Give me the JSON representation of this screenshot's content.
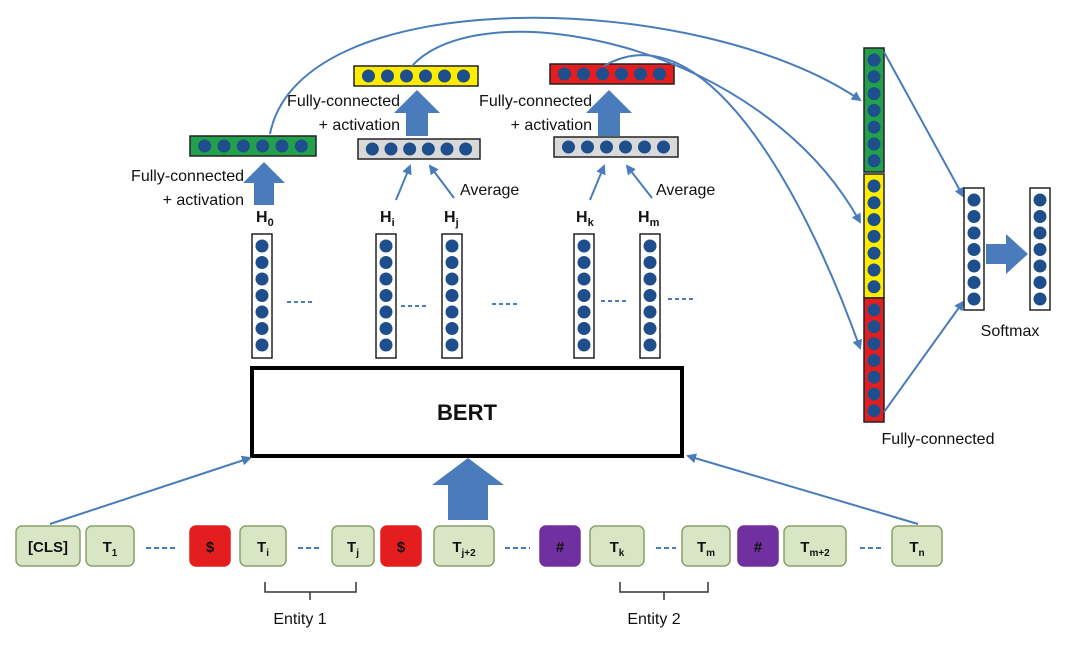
{
  "bert_label": "BERT",
  "colors": {
    "token_fill": "#d9e6c6",
    "token_stroke": "#8aa06a",
    "dollar": "#e41e1e",
    "hash": "#7030a0",
    "dot": "#1f4e8c",
    "arrow": "#4a7cbc",
    "vec_green": "#22a04b",
    "vec_yellow": "#ffed00",
    "vec_red": "#e41e1e",
    "vec_gray": "#d9d9d9",
    "dash": "#4a7cbc"
  },
  "tokens": [
    {
      "main": "[CLS]",
      "sub": "",
      "kind": "plain"
    },
    {
      "main": "T",
      "sub": "1",
      "kind": "plain"
    },
    {
      "main": "$",
      "sub": "",
      "kind": "dollar"
    },
    {
      "main": "T",
      "sub": "i",
      "kind": "plain"
    },
    {
      "main": "T",
      "sub": "j",
      "kind": "plain"
    },
    {
      "main": "$",
      "sub": "",
      "kind": "dollar"
    },
    {
      "main": "T",
      "sub": "j+2",
      "kind": "plain"
    },
    {
      "main": "#",
      "sub": "",
      "kind": "hash"
    },
    {
      "main": "T",
      "sub": "k",
      "kind": "plain"
    },
    {
      "main": "T",
      "sub": "m",
      "kind": "plain"
    },
    {
      "main": "#",
      "sub": "",
      "kind": "hash"
    },
    {
      "main": "T",
      "sub": "m+2",
      "kind": "plain"
    },
    {
      "main": "T",
      "sub": "n",
      "kind": "plain"
    }
  ],
  "entities": [
    {
      "label": "Entity 1"
    },
    {
      "label": "Entity 2"
    }
  ],
  "hidden": [
    {
      "main": "H",
      "sub": "0"
    },
    {
      "main": "H",
      "sub": "i"
    },
    {
      "main": "H",
      "sub": "j"
    },
    {
      "main": "H",
      "sub": "k"
    },
    {
      "main": "H",
      "sub": "m"
    }
  ],
  "labels": {
    "fc_activation_line1": "Fully-connected",
    "fc_activation_line2": "+ activation",
    "average": "Average",
    "fully_connected": "Fully-connected",
    "softmax": "Softmax"
  }
}
